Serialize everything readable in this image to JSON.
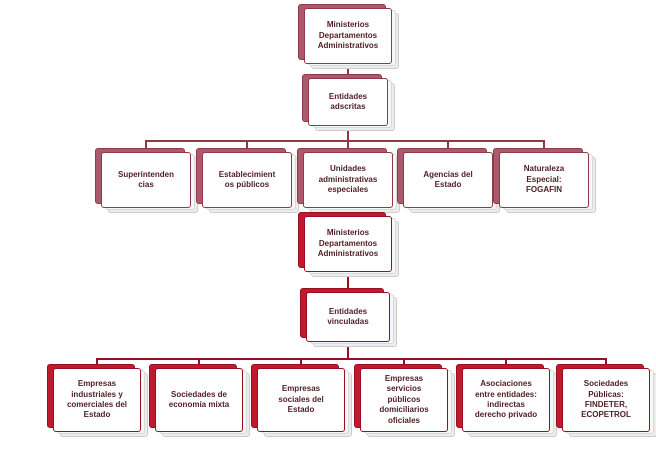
{
  "diagram": {
    "adscritas_tree": {
      "root": "Ministerios\nDepartamentos\nAdministrativos",
      "child": "Entidades\nadscritas",
      "leaves": [
        "Superintenden\ncias",
        "Establecimient\nos públicos",
        "Unidades\nadministrativas\nespeciales",
        "Agencias del\nEstado",
        "Naturaleza\nEspecial:\nFOGAFIN"
      ]
    },
    "vinculadas_tree": {
      "root": "Ministerios\nDepartamentos\nAdministrativos",
      "child": "Entidades\nvinculadas",
      "leaves": [
        "Empresas\nindustriales y\ncomerciales del\nEstado",
        "Sociedades de\neconomía mixta",
        "Empresas\nsociales del\nEstado",
        "Empresas\nservicios\npúblicos\ndomiciliarios\noficiales",
        "Asociaciones\nentre entidades:\nindirectas\nderecho privado",
        "Sociedades\nPúblicas:\nFINDETER,\nECOPETROL"
      ]
    },
    "colors": {
      "accent_adscritas": "#aa5a6c",
      "accent_vinculadas": "#c11a30",
      "connector_adscritas": "#8e3848",
      "connector_vinculadas": "#96101f",
      "text": "#4f1c26"
    }
  }
}
